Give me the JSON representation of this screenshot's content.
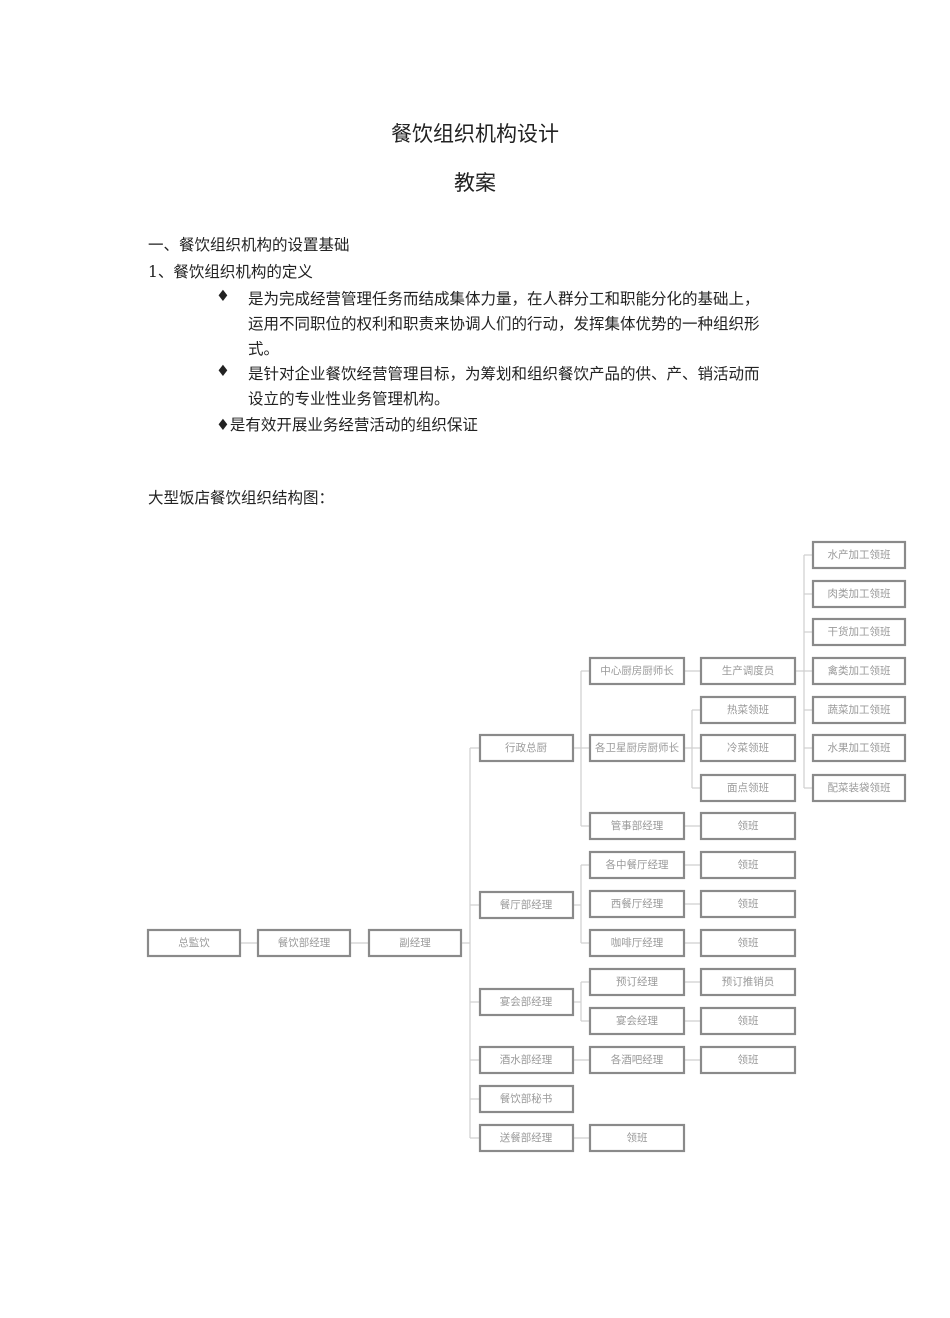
{
  "doc": {
    "title": "餐饮组织机构设计",
    "subtitle": "教案",
    "section1": "一、餐饮组织机构的设置基础",
    "sub1": "1、餐饮组织机构的定义",
    "bullet_symbol": "♦",
    "bullet1_line1": "是为完成经营管理任务而结成集体力量，在人群分工和职能分化的基础上，",
    "bullet1_line2": "运用不同职位的权利和职责来协调人们的行动，发挥集体优势的一种组织形",
    "bullet1_line3": "式。",
    "bullet2_line1": "是针对企业餐饮经营管理目标，为筹划和组织餐饮产品的供、产、销活动而",
    "bullet2_line2": "设立的专业性业务管理机构。",
    "bullet3": "♦是有效开展业务经营活动的组织保证",
    "chart_caption": "大型饭店餐饮组织结构图："
  },
  "org": {
    "general": "总監饮",
    "manager": "餐饮部经理",
    "deputy": "副经理",
    "exec_chef": "行政总厨",
    "central_chef": "中心厨房厨师长",
    "scheduler": "生产调度员",
    "star_chef": "各卫星厨房厨师长",
    "hot_dish": "热菜领班",
    "cold_dish": "冷菜领班",
    "pastry": "面点领班",
    "steward_mgr": "管事部经理",
    "leader": "领班",
    "restaurant_mgr": "餐厅部经理",
    "chinese_rest": "各中餐厅经理",
    "western_rest": "西餐厅经理",
    "cafe": "咖啡厅经理",
    "banquet_mgr": "宴会部经理",
    "booking_mgr": "预订经理",
    "booking_sales": "预订推销员",
    "banquet_manager": "宴会经理",
    "beverage_mgr": "酒水部经理",
    "bar_mgr": "各酒吧经理",
    "secretary": "餐饮部秘书",
    "delivery_mgr": "送餐部经理",
    "seafood": "水产加工领班",
    "meat": "肉类加工领班",
    "dried": "干货加工领班",
    "poultry": "禽类加工领班",
    "veg": "蔬菜加工领班",
    "fruit": "水果加工领班",
    "packing": "配菜装袋领班"
  }
}
